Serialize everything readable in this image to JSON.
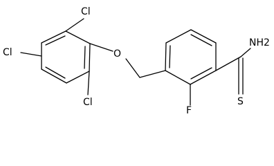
{
  "molecule": {
    "atoms": {
      "cl_top": "Cl",
      "cl_left": "Cl",
      "cl_bottom": "Cl",
      "oxygen": "O",
      "fluorine": "F",
      "amine": "NH2",
      "sulfur": "S"
    }
  }
}
